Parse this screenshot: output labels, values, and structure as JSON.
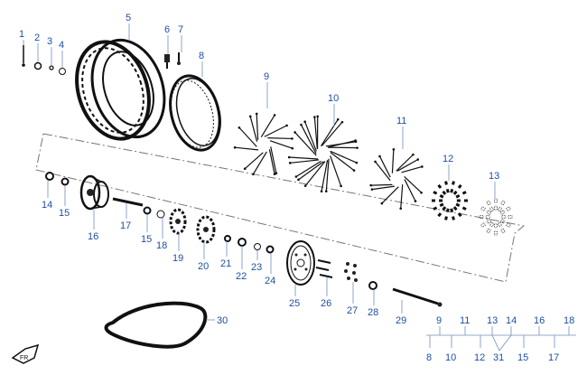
{
  "colors": {
    "callout": "#1f4fa0",
    "leader": "#6f8fc0",
    "line": "#111111"
  },
  "icons": {
    "nav_arrow": "arrow-icon"
  },
  "callouts": [
    {
      "id": "c1",
      "label": "1"
    },
    {
      "id": "c2",
      "label": "2"
    },
    {
      "id": "c3",
      "label": "3"
    },
    {
      "id": "c4",
      "label": "4"
    },
    {
      "id": "c5",
      "label": "5"
    },
    {
      "id": "c6",
      "label": "6"
    },
    {
      "id": "c7",
      "label": "7"
    },
    {
      "id": "c8",
      "label": "8"
    },
    {
      "id": "c9",
      "label": "9"
    },
    {
      "id": "c10",
      "label": "10"
    },
    {
      "id": "c11",
      "label": "11"
    },
    {
      "id": "c12",
      "label": "12"
    },
    {
      "id": "c13",
      "label": "13"
    },
    {
      "id": "c14",
      "label": "14"
    },
    {
      "id": "c15a",
      "label": "15"
    },
    {
      "id": "c16",
      "label": "16"
    },
    {
      "id": "c17",
      "label": "17"
    },
    {
      "id": "c15b",
      "label": "15"
    },
    {
      "id": "c18",
      "label": "18"
    },
    {
      "id": "c19",
      "label": "19"
    },
    {
      "id": "c20",
      "label": "20"
    },
    {
      "id": "c21",
      "label": "21"
    },
    {
      "id": "c22",
      "label": "22"
    },
    {
      "id": "c23",
      "label": "23"
    },
    {
      "id": "c24",
      "label": "24"
    },
    {
      "id": "c25",
      "label": "25"
    },
    {
      "id": "c26",
      "label": "26"
    },
    {
      "id": "c27",
      "label": "27"
    },
    {
      "id": "c28",
      "label": "28"
    },
    {
      "id": "c29",
      "label": "29"
    },
    {
      "id": "c30",
      "label": "30"
    }
  ],
  "tree_labels": [
    {
      "id": "t9",
      "label": "9"
    },
    {
      "id": "t11",
      "label": "11"
    },
    {
      "id": "t13",
      "label": "13"
    },
    {
      "id": "t14",
      "label": "14"
    },
    {
      "id": "t16",
      "label": "16"
    },
    {
      "id": "t18",
      "label": "18"
    },
    {
      "id": "t8",
      "label": "8"
    },
    {
      "id": "t10",
      "label": "10"
    },
    {
      "id": "t12",
      "label": "12"
    },
    {
      "id": "t31",
      "label": "31"
    },
    {
      "id": "t15",
      "label": "15"
    },
    {
      "id": "t17",
      "label": "17"
    }
  ]
}
